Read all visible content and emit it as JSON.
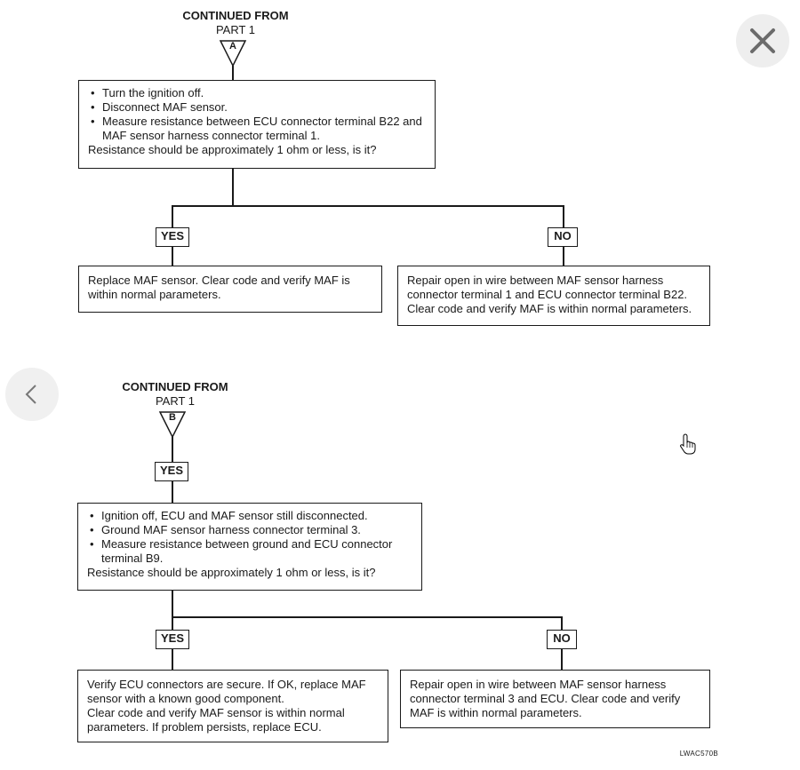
{
  "section_a": {
    "header": "CONTINUED FROM",
    "sub": "PART 1",
    "marker": "A",
    "step_lines": [
      "Turn the ignition off.",
      "Disconnect MAF sensor.",
      "Measure resistance between ECU connector terminal B22 and MAF sensor harness connector terminal 1."
    ],
    "question": "Resistance should be approximately 1 ohm or less,  is it?",
    "yes_label": "YES",
    "no_label": "NO",
    "yes_result": "Replace MAF sensor. Clear code and verify MAF is within normal parameters.",
    "no_result": "Repair open in wire between MAF sensor harness connector terminal 1 and ECU connector terminal B22. Clear code and verify MAF is within normal parameters."
  },
  "section_b": {
    "header": "CONTINUED FROM",
    "sub": "PART 1",
    "marker": "B",
    "entry_label": "YES",
    "step_lines": [
      "Ignition off, ECU and MAF sensor still disconnected.",
      "Ground MAF sensor harness connector terminal 3.",
      "Measure resistance between ground and ECU connector terminal B9."
    ],
    "question": "Resistance should be approximately 1 ohm or less, is it?",
    "yes_label": "YES",
    "no_label": "NO",
    "yes_result_1": "Verify ECU connectors are secure. If OK, replace MAF sensor with a known good component.",
    "yes_result_2": "Clear code and verify MAF sensor is within normal parameters. If problem persists, replace ECU.",
    "no_result": "Repair open in wire between MAF sensor harness connector terminal 3 and ECU. Clear code and verify MAF is within normal parameters."
  },
  "figure_id": "LWAC570B",
  "icons": {
    "close": "close-icon",
    "prev": "chevron-left-icon",
    "cursor": "hand-pointer-icon"
  }
}
